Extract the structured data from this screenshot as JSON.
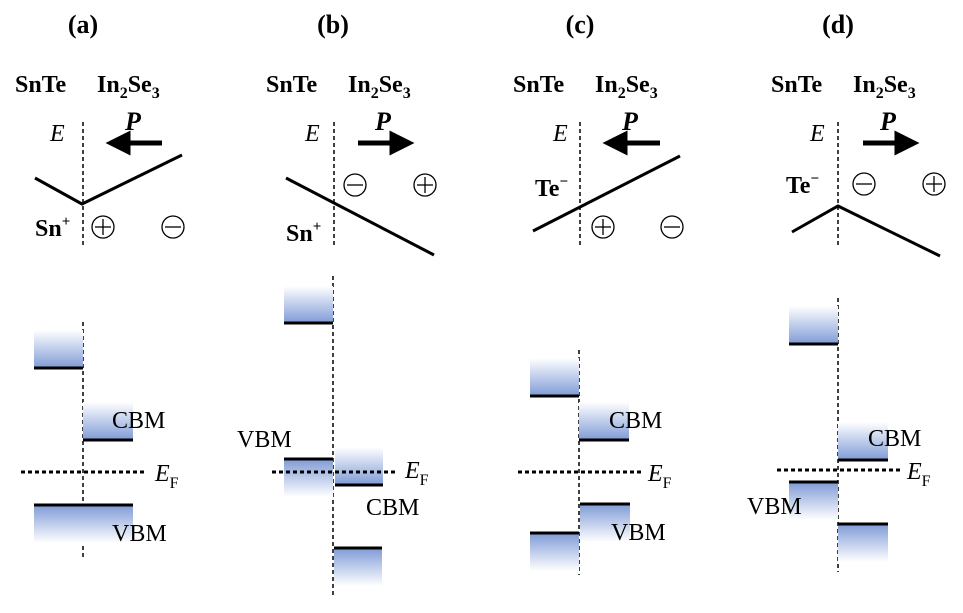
{
  "figure": {
    "gradient_top_color": "#ffffff",
    "gradient_bottom_color": "#7f9bd6",
    "line_color": "#000000",
    "panels": [
      {
        "id": "a",
        "label": "(a)",
        "left_material": "SnTe",
        "right_material": {
          "base": "In",
          "sub1": "2",
          "mid": "Se",
          "sub2": "3"
        },
        "field_label": "E",
        "polarization_label": "P",
        "polarization_direction": "left",
        "interface_ion": {
          "symbol": "Sn",
          "charge": "+"
        },
        "charges": [
          "⊕",
          "⊖"
        ],
        "potential_profile": "V-shape (minimum at interface)",
        "band_labels": {
          "cbm": "CBM",
          "vbm": "VBM",
          "ef_main": "E",
          "ef_sub": "F"
        }
      },
      {
        "id": "b",
        "label": "(b)",
        "left_material": "SnTe",
        "right_material": {
          "base": "In",
          "sub1": "2",
          "mid": "Se",
          "sub2": "3"
        },
        "field_label": "E",
        "polarization_label": "P",
        "polarization_direction": "right",
        "interface_ion": {
          "symbol": "Sn",
          "charge": "+"
        },
        "charges": [
          "⊖",
          "⊕"
        ],
        "potential_profile": "monotonically decreasing",
        "band_labels": {
          "cbm": "CBM",
          "vbm": "VBM",
          "ef_main": "E",
          "ef_sub": "F"
        }
      },
      {
        "id": "c",
        "label": "(c)",
        "left_material": "SnTe",
        "right_material": {
          "base": "In",
          "sub1": "2",
          "mid": "Se",
          "sub2": "3"
        },
        "field_label": "E",
        "polarization_label": "P",
        "polarization_direction": "left",
        "interface_ion": {
          "symbol": "Te",
          "charge": "−"
        },
        "charges": [
          "⊕",
          "⊖"
        ],
        "potential_profile": "monotonically increasing",
        "band_labels": {
          "cbm": "CBM",
          "vbm": "VBM",
          "ef_main": "E",
          "ef_sub": "F"
        }
      },
      {
        "id": "d",
        "label": "(d)",
        "left_material": "SnTe",
        "right_material": {
          "base": "In",
          "sub1": "2",
          "mid": "Se",
          "sub2": "3"
        },
        "field_label": "E",
        "polarization_label": "P",
        "polarization_direction": "right",
        "interface_ion": {
          "symbol": "Te",
          "charge": "−"
        },
        "charges": [
          "⊖",
          "⊕"
        ],
        "potential_profile": "inverted V (maximum at interface)",
        "band_labels": {
          "cbm": "CBM",
          "vbm": "VBM",
          "ef_main": "E",
          "ef_sub": "F"
        }
      }
    ]
  }
}
